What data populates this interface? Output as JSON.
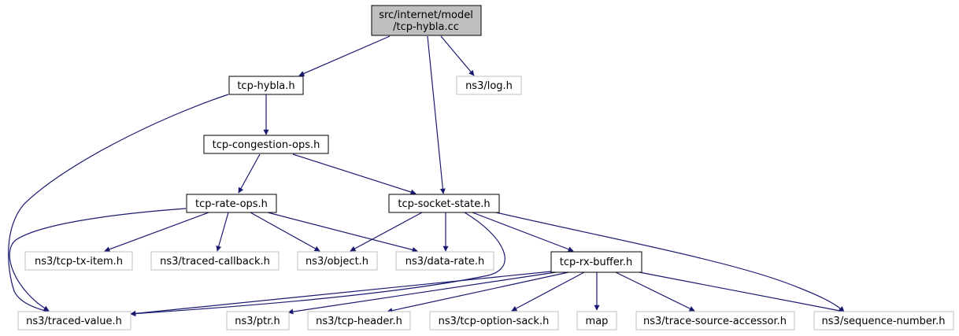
{
  "graph": {
    "root": {
      "line1": "src/internet/model",
      "line2": "/tcp-hybla.cc"
    },
    "colors": {
      "edge": "#191970",
      "root_fill": "#bfbfbf",
      "doc_border": "#000000",
      "ext_border": "#bfbfbf",
      "text": "#000000"
    },
    "nodes": {
      "tcp_hybla_h": "tcp-hybla.h",
      "log_h": "ns3/log.h",
      "tcp_congestion_ops_h": "tcp-congestion-ops.h",
      "tcp_rate_ops_h": "tcp-rate-ops.h",
      "tcp_socket_state_h": "tcp-socket-state.h",
      "tcp_tx_item_h": "ns3/tcp-tx-item.h",
      "traced_callback_h": "ns3/traced-callback.h",
      "object_h": "ns3/object.h",
      "data_rate_h": "ns3/data-rate.h",
      "tcp_rx_buffer_h": "tcp-rx-buffer.h",
      "traced_value_h": "ns3/traced-value.h",
      "ptr_h": "ns3/ptr.h",
      "tcp_header_h": "ns3/tcp-header.h",
      "tcp_option_sack_h": "ns3/tcp-option-sack.h",
      "map": "map",
      "trace_source_accessor_h": "ns3/trace-source-accessor.h",
      "sequence_number_h": "ns3/sequence-number.h"
    }
  }
}
